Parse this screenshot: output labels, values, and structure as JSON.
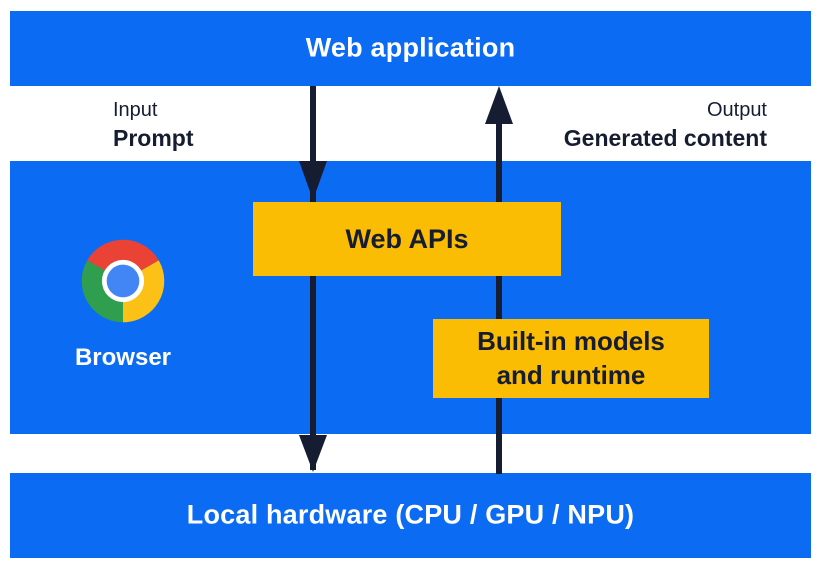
{
  "colors": {
    "band_blue": "#0b6bf2",
    "box_yellow": "#fbbc04",
    "arrow_navy": "#161d33",
    "text_light": "#ffffff",
    "chrome_red": "#ea4335",
    "chrome_yellow": "#fbc116",
    "chrome_green": "#2f9e4f",
    "chrome_blue": "#4285f4",
    "page_bg": "#ffffff"
  },
  "top_bar": {
    "label": "Web application"
  },
  "io_labels": {
    "input_title": "Input",
    "input_value": "Prompt",
    "output_title": "Output",
    "output_value": "Generated content"
  },
  "browser_section": {
    "label": "Browser",
    "logo": "chrome-logo"
  },
  "boxes": {
    "web_apis": "Web APIs",
    "builtin_line1": "Built-in models",
    "builtin_line2": "and runtime"
  },
  "bottom_bar": {
    "label": "Local hardware (CPU / GPU / NPU)"
  }
}
